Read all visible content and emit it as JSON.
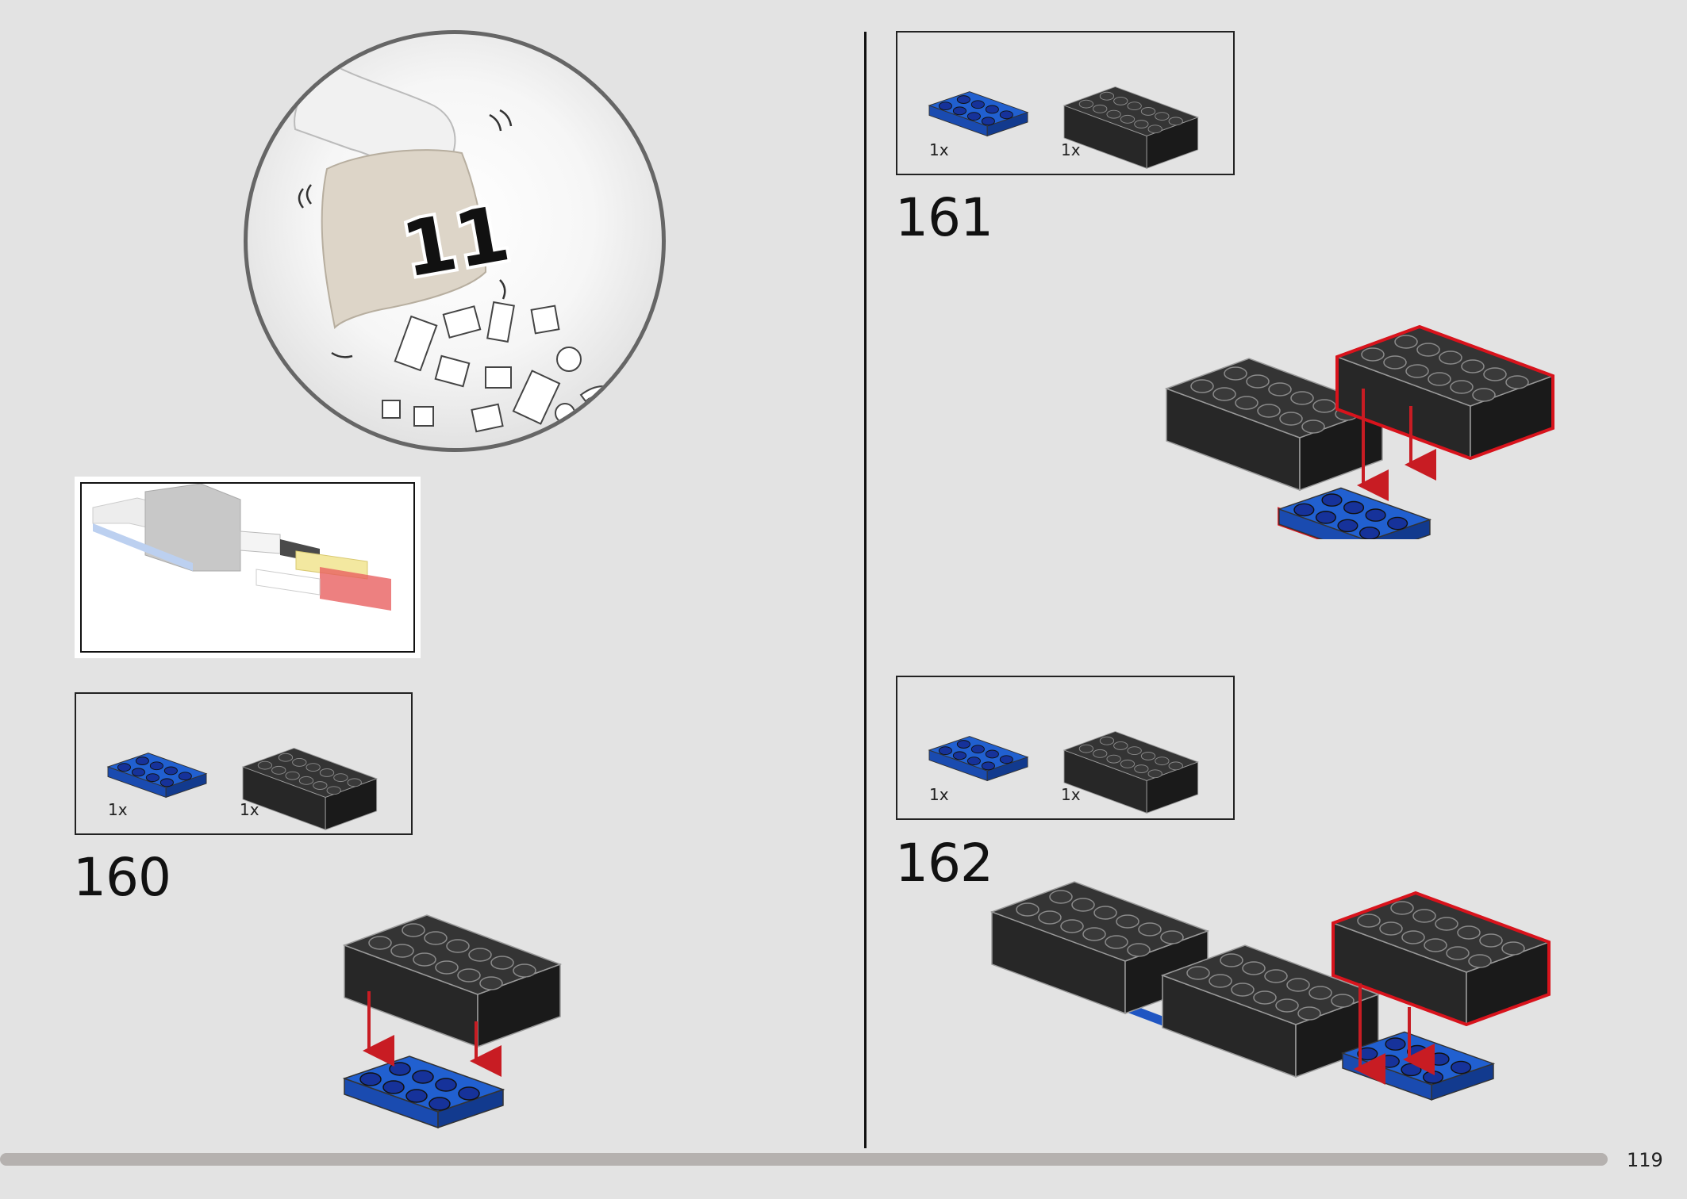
{
  "bag": {
    "number": "11"
  },
  "steps": [
    {
      "number": "160",
      "parts": [
        {
          "qty": "1x",
          "piece": "blue-plate-2x4"
        },
        {
          "qty": "1x",
          "piece": "black-brick-2x6"
        }
      ]
    },
    {
      "number": "161",
      "parts": [
        {
          "qty": "1x",
          "piece": "blue-plate-2x4"
        },
        {
          "qty": "1x",
          "piece": "black-brick-2x6"
        }
      ]
    },
    {
      "number": "162",
      "parts": [
        {
          "qty": "1x",
          "piece": "blue-plate-2x4"
        },
        {
          "qty": "1x",
          "piece": "black-brick-2x6"
        }
      ]
    }
  ],
  "page": {
    "number": "119"
  },
  "colors": {
    "brick_black": "#2b2b2b",
    "plate_blue": "#1f55c2",
    "highlight_red": "#d8131c",
    "arrow_red": "#c81c23",
    "background": "#e3e3e3"
  }
}
